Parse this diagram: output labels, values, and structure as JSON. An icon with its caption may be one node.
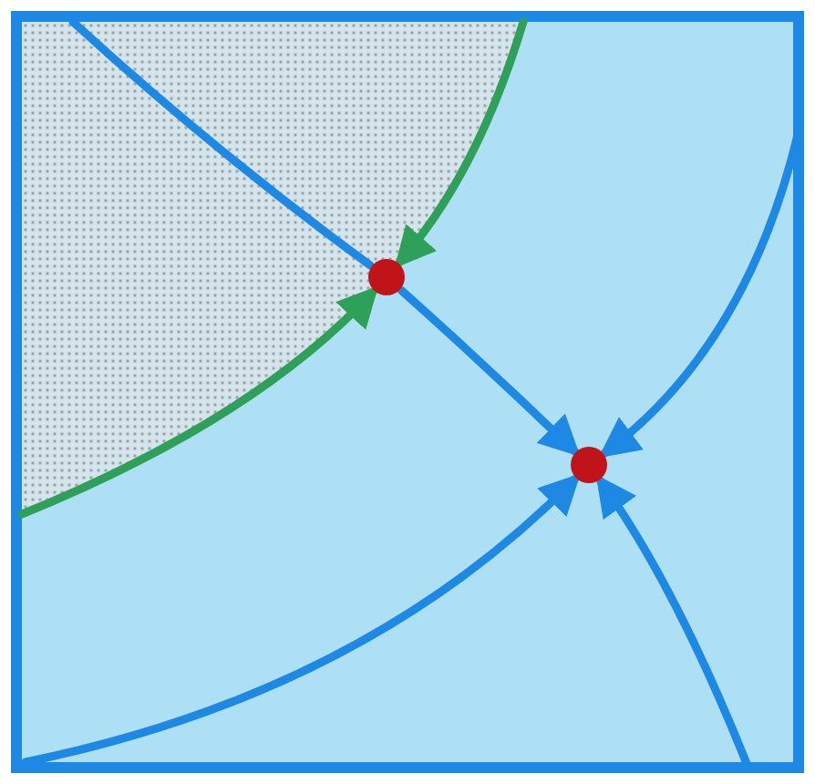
{
  "diagram": {
    "nodes": [
      {
        "text": [],
        "shape": "circle"
      },
      {
        "text": [],
        "shape": "circle"
      }
    ],
    "edges": [
      {
        "from": null,
        "to": 0,
        "arrow": "to",
        "color": "#2ea05a"
      },
      {
        "from": null,
        "to": 0,
        "arrow": "to",
        "color": "#2ea05a"
      },
      {
        "from": 0,
        "to": 1,
        "arrow": "to"
      },
      {
        "from": null,
        "to": 0,
        "arrow": "none"
      },
      {
        "from": null,
        "to": 1,
        "arrow": "to"
      },
      {
        "from": null,
        "to": 1,
        "arrow": "to"
      },
      {
        "from": null,
        "to": 1,
        "arrow": "to"
      }
    ]
  }
}
